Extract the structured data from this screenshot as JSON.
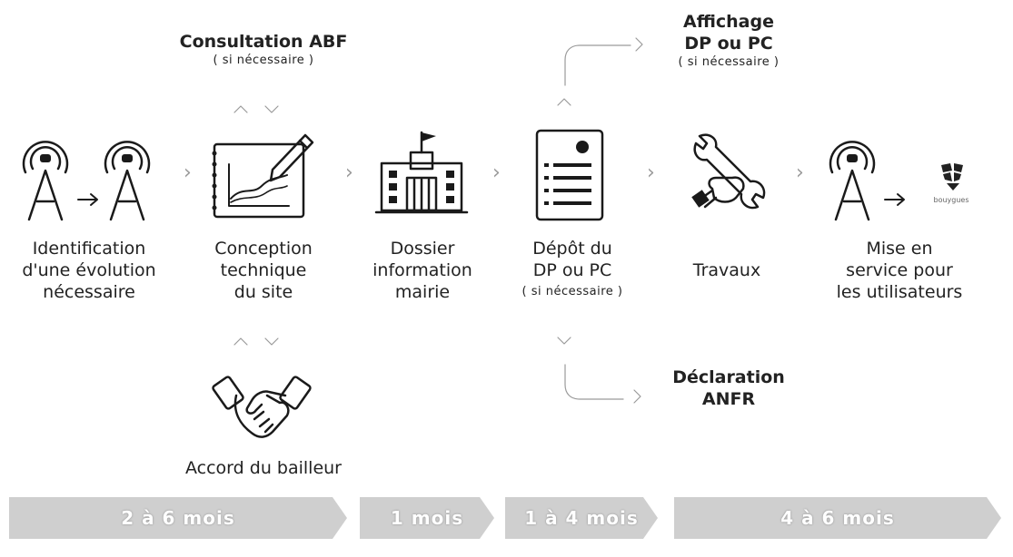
{
  "steps": [
    {
      "line1": "Identification",
      "line2": "d'une évolution",
      "line3": "nécessaire"
    },
    {
      "line1": "Conception",
      "line2": "technique",
      "line3": "du site"
    },
    {
      "line1": "Dossier",
      "line2": "information",
      "line3": "mairie"
    },
    {
      "line1": "Dépôt du",
      "line2": "DP ou PC",
      "note": "( si nécessaire )"
    },
    {
      "line1": "Travaux"
    },
    {
      "line1": "Mise en",
      "line2": "service pour",
      "line3": "les utilisateurs"
    }
  ],
  "side": {
    "consultation": {
      "title": "Consultation ABF",
      "note": "( si nécessaire )"
    },
    "affichage": {
      "line1": "Affichage",
      "line2": "DP ou PC",
      "note": "( si nécessaire )"
    },
    "declaration": {
      "line1": "Déclaration",
      "line2": "ANFR"
    },
    "accord": {
      "title": "Accord du bailleur"
    }
  },
  "logo_text": "bouygues",
  "timeline": [
    "2 à 6 mois",
    "1 mois",
    "1 à 4 mois",
    "4 à 6 mois"
  ],
  "colors": {
    "timeline": "#cfcfcf",
    "ink": "#1a1a1a",
    "connector": "#9a9a9a"
  }
}
